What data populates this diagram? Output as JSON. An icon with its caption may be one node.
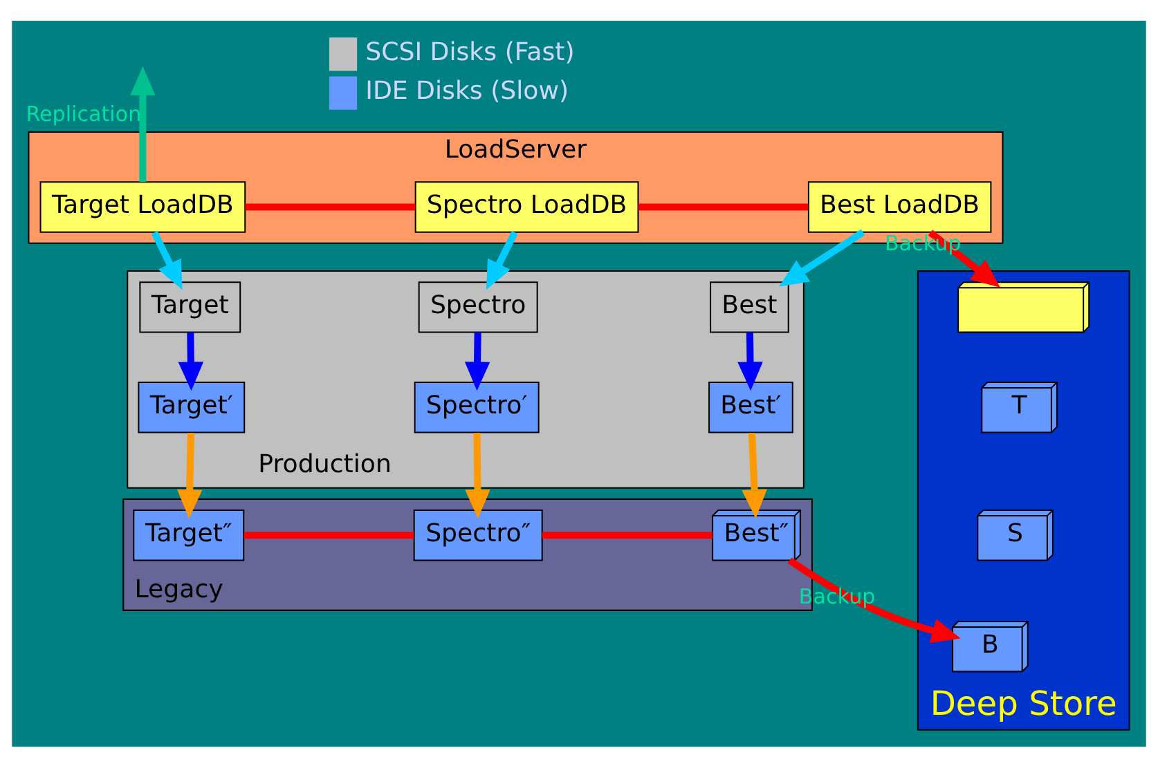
{
  "diagram": {
    "nodes": [
      {
        "text": [
          "LoadServer"
        ]
      },
      {
        "text": [
          "Target LoadDB"
        ],
        "in": 0
      },
      {
        "text": [
          "Spectro LoadDB"
        ],
        "in": 0
      },
      {
        "text": [
          "Best LoadDB"
        ],
        "in": 0
      },
      {
        "text": [
          "Production"
        ]
      },
      {
        "text": [
          "Target"
        ],
        "in": 4
      },
      {
        "text": [
          "Spectro"
        ],
        "in": 4
      },
      {
        "text": [
          "Best"
        ],
        "in": 4
      },
      {
        "text": [
          "Target′"
        ],
        "in": 4
      },
      {
        "text": [
          "Spectro′"
        ],
        "in": 4
      },
      {
        "text": [
          "Best′"
        ],
        "in": 4
      },
      {
        "text": [
          "Legacy"
        ]
      },
      {
        "text": [
          "Target″"
        ],
        "in": 11
      },
      {
        "text": [
          "Spectro″"
        ],
        "in": 11
      },
      {
        "text": [
          "Best″"
        ],
        "in": 11
      },
      {
        "text": [
          "Deep Store"
        ]
      },
      {
        "text": [],
        "shape": "box",
        "in": 15
      },
      {
        "text": [
          "T"
        ],
        "in": 15
      },
      {
        "text": [
          "S"
        ],
        "in": 15
      },
      {
        "text": [
          "B"
        ],
        "in": 15
      }
    ],
    "edges": [
      {
        "from": 1,
        "to": null,
        "arrow": "to",
        "label": "Replication",
        "color": "#00c090"
      },
      {
        "from": 1,
        "to": 2,
        "arrow": "none",
        "color": "#ff0000"
      },
      {
        "from": 2,
        "to": 3,
        "arrow": "none",
        "color": "#ff0000"
      },
      {
        "from": 3,
        "to": 16,
        "arrow": "to",
        "label": "Backup",
        "color": "#ff0000"
      },
      {
        "from": 1,
        "to": 5,
        "arrow": "to",
        "color": "#00ccff"
      },
      {
        "from": 2,
        "to": 6,
        "arrow": "to",
        "color": "#00ccff"
      },
      {
        "from": 3,
        "to": 7,
        "arrow": "to",
        "color": "#00ccff"
      },
      {
        "from": 5,
        "to": 8,
        "arrow": "to",
        "color": "#0000ff"
      },
      {
        "from": 6,
        "to": 9,
        "arrow": "to",
        "color": "#0000ff"
      },
      {
        "from": 7,
        "to": 10,
        "arrow": "to",
        "color": "#0000ff"
      },
      {
        "from": 8,
        "to": 12,
        "arrow": "to",
        "color": "#ff9900"
      },
      {
        "from": 9,
        "to": 13,
        "arrow": "to",
        "color": "#ff9900"
      },
      {
        "from": 10,
        "to": 14,
        "arrow": "to",
        "color": "#ff9900"
      },
      {
        "from": 12,
        "to": 13,
        "arrow": "none",
        "color": "#ff0000"
      },
      {
        "from": 13,
        "to": 14,
        "arrow": "none",
        "color": "#ff0000"
      },
      {
        "from": 14,
        "to": 19,
        "arrow": "to",
        "label": "Backup",
        "color": "#ff0000"
      }
    ],
    "legend": [
      {
        "text": "SCSI Disks (Fast)",
        "color": "#c0c0c0"
      },
      {
        "text": "IDE Disks (Slow)",
        "color": "#6699ff"
      }
    ]
  }
}
